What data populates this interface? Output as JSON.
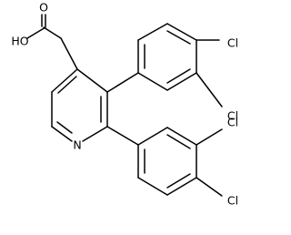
{
  "molecule": {
    "atom_labels": {
      "hydroxyl": "HO",
      "carbonyl_oxygen": "O",
      "ring_nitrogen": "N",
      "chlorine_upper_para": "Cl",
      "chlorine_upper_meta": "Cl",
      "chlorine_lower_meta": "Cl",
      "chlorine_lower_para": "Cl"
    }
  }
}
